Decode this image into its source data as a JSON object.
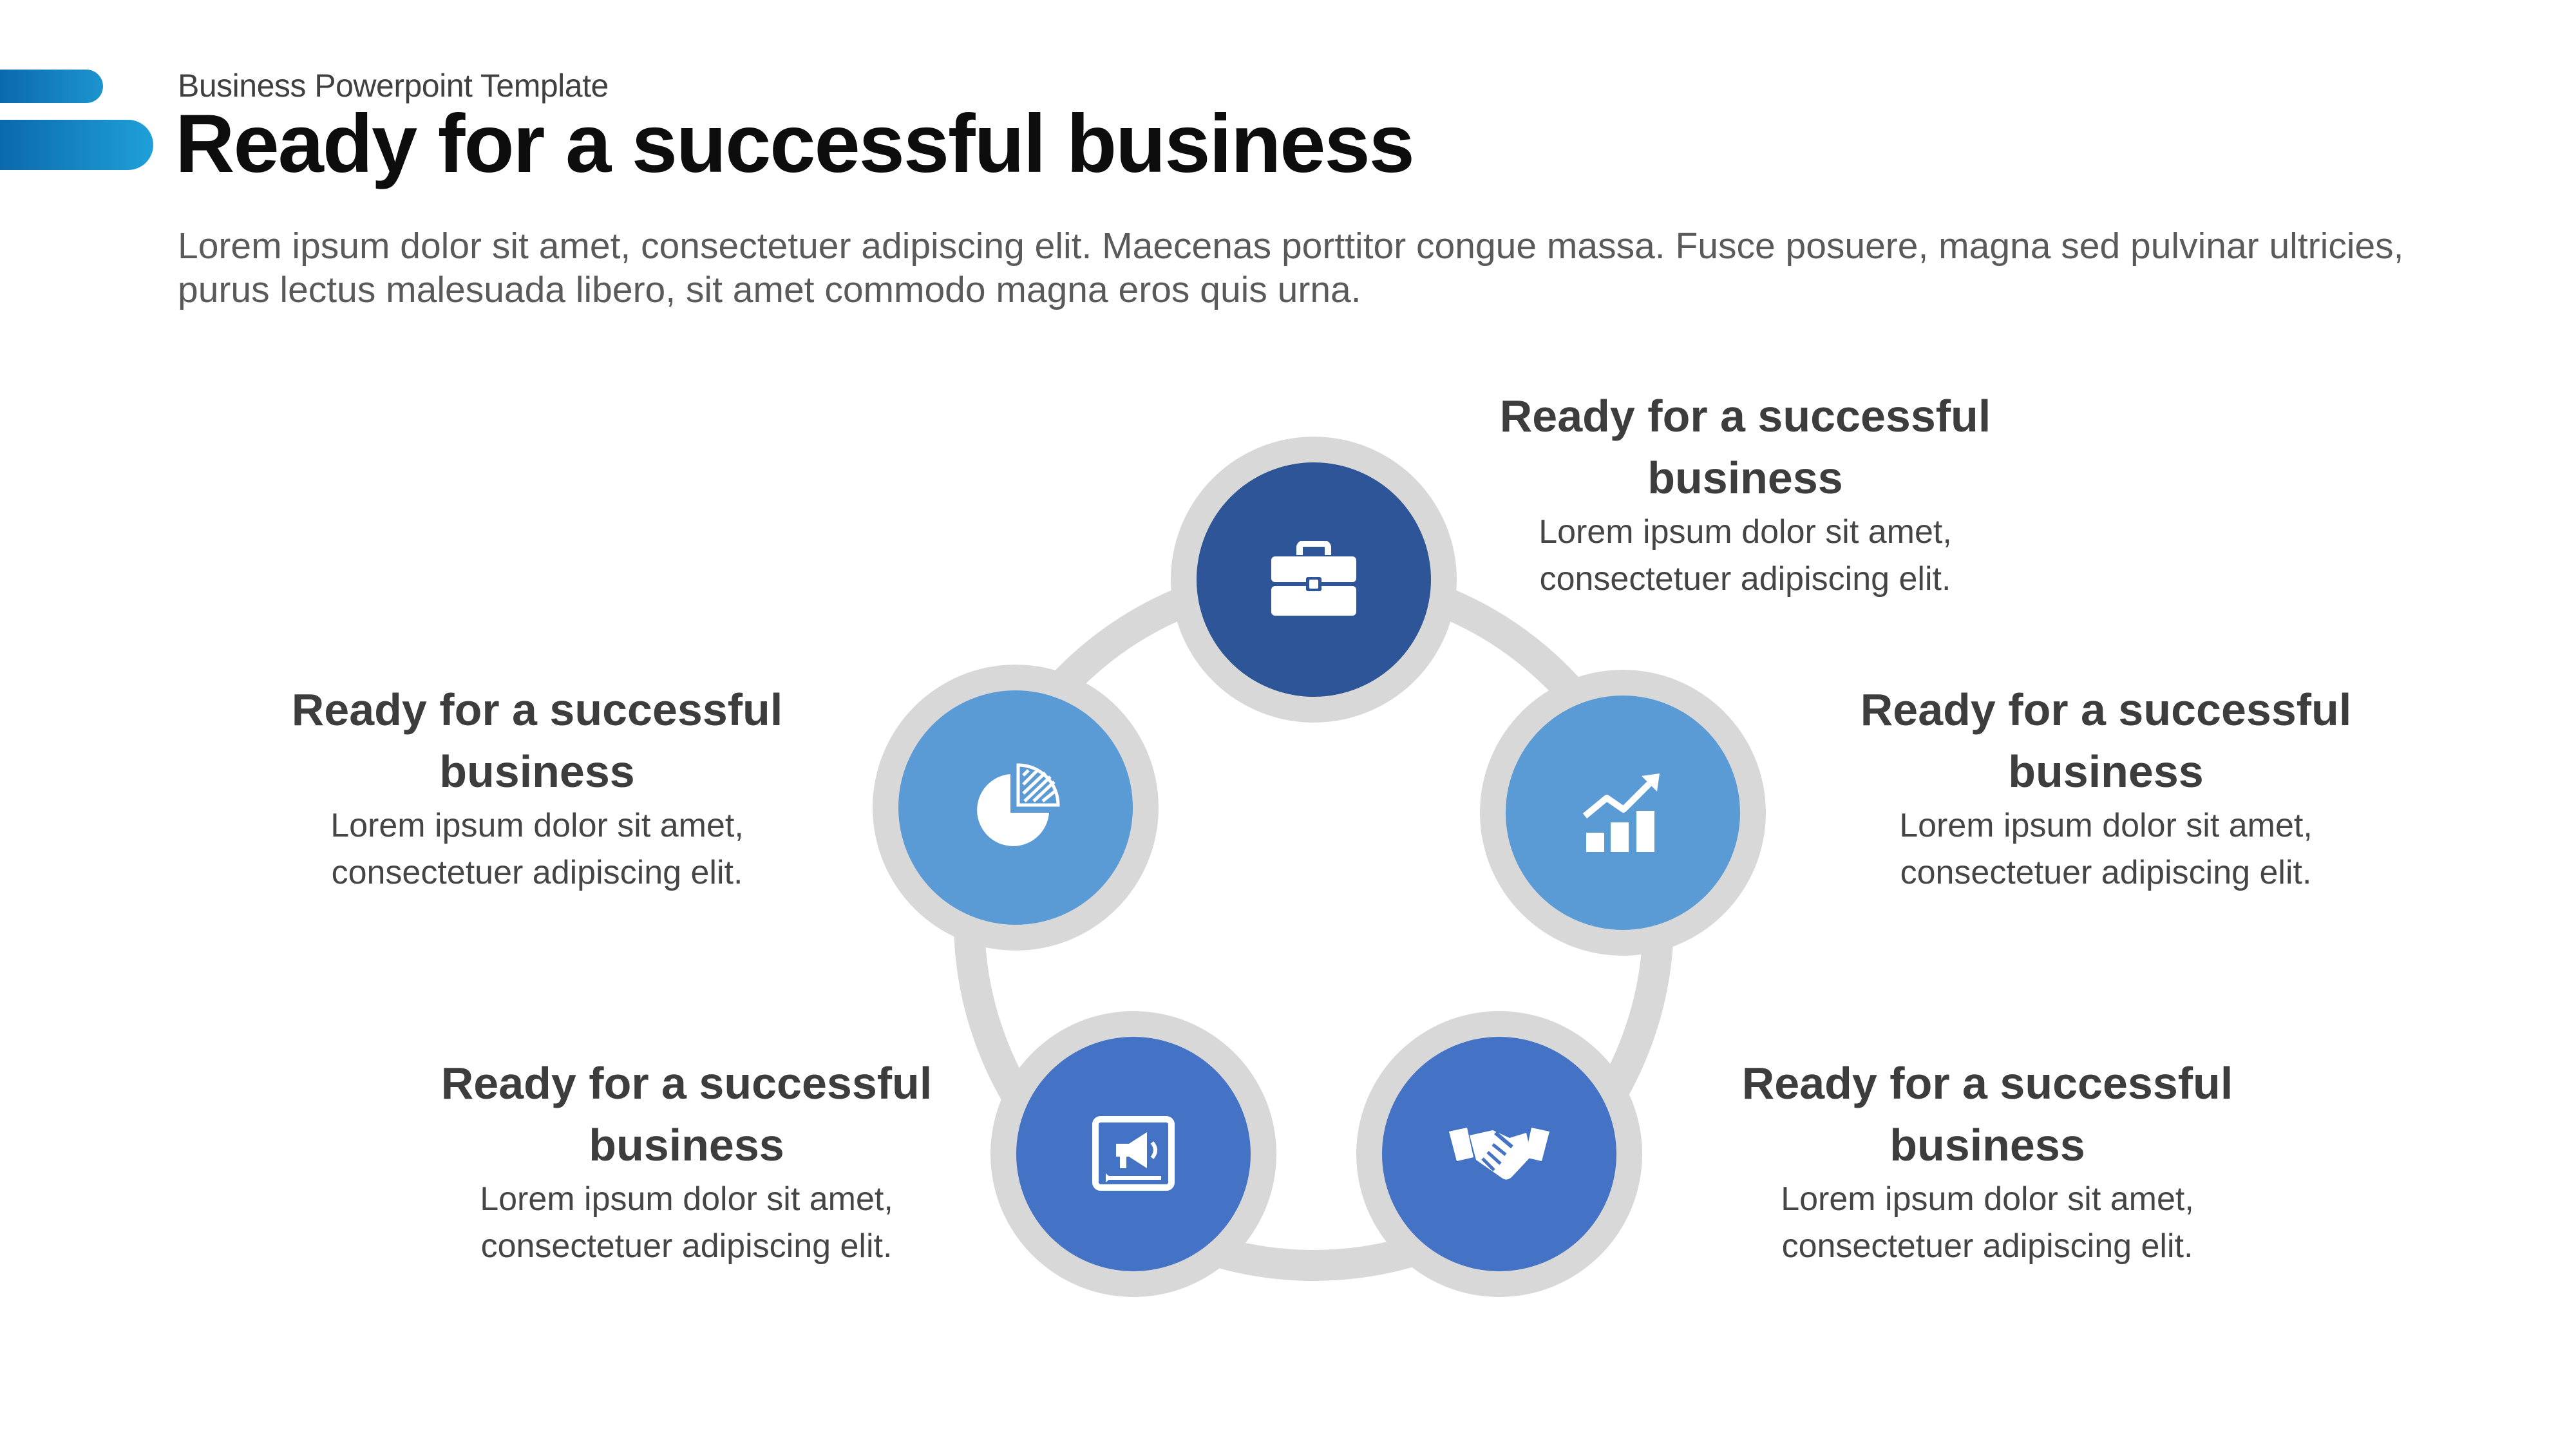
{
  "header": {
    "subtitle": "Business Powerpoint Template",
    "title": "Ready for a successful business",
    "intro": "Lorem ipsum dolor sit amet, consectetuer adipiscing elit. Maecenas porttitor congue massa. Fusce posuere, magna sed pulvinar ultricies, purus lectus malesuada libero, sit amet commodo magna eros quis urna."
  },
  "colors": {
    "accent_gradient": [
      "#0b69ad",
      "#1fa0d8"
    ],
    "ring": "#d8d8d8",
    "node_dark": "#2e5597",
    "node_light": "#5b9bd5",
    "node_mid": "#4472c4"
  },
  "nodes": [
    {
      "icon": "briefcase-icon",
      "color": "#2e5597",
      "heading_line1": "Ready for a successful",
      "heading_line2": "business",
      "text_line1": "Lorem ipsum dolor sit amet,",
      "text_line2": "consectetuer adipiscing elit."
    },
    {
      "icon": "growth-chart-icon",
      "color": "#5b9bd5",
      "heading_line1": "Ready for a successful",
      "heading_line2": "business",
      "text_line1": "Lorem ipsum dolor sit amet,",
      "text_line2": "consectetuer adipiscing elit."
    },
    {
      "icon": "handshake-icon",
      "color": "#4472c4",
      "heading_line1": "Ready for a successful",
      "heading_line2": "business",
      "text_line1": "Lorem ipsum dolor sit amet,",
      "text_line2": "consectetuer adipiscing elit."
    },
    {
      "icon": "video-presentation-icon",
      "color": "#4472c4",
      "heading_line1": "Ready for a successful",
      "heading_line2": "business",
      "text_line1": "Lorem ipsum dolor sit amet,",
      "text_line2": "consectetuer adipiscing elit."
    },
    {
      "icon": "pie-chart-icon",
      "color": "#5b9bd5",
      "heading_line1": "Ready for a successful",
      "heading_line2": "business",
      "text_line1": "Lorem ipsum dolor sit amet,",
      "text_line2": "consectetuer adipiscing elit."
    }
  ]
}
